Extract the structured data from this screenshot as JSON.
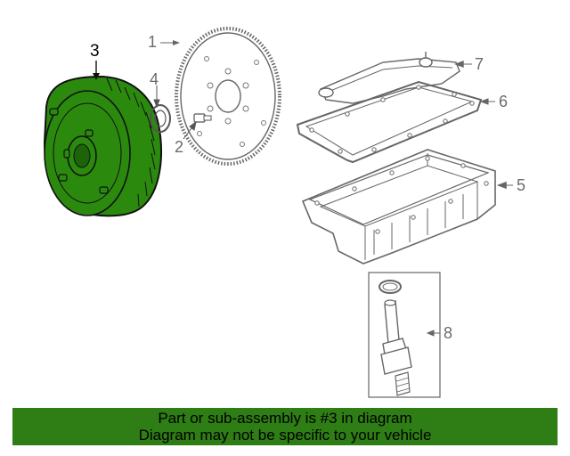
{
  "diagram": {
    "callouts": [
      {
        "id": "1",
        "label": "1"
      },
      {
        "id": "2",
        "label": "2"
      },
      {
        "id": "3",
        "label": "3"
      },
      {
        "id": "4",
        "label": "4"
      },
      {
        "id": "5",
        "label": "5"
      },
      {
        "id": "6",
        "label": "6"
      },
      {
        "id": "7",
        "label": "7"
      },
      {
        "id": "8",
        "label": "8"
      }
    ],
    "highlighted_part": "3"
  },
  "banner": {
    "line1": "Part or sub-assembly is #3 in diagram",
    "line2": "Diagram may not be specific to your vehicle"
  },
  "colors": {
    "highlight_fill": "#2b8a0e",
    "banner_bg": "#2e7d15",
    "line": "#6b6b6b"
  }
}
